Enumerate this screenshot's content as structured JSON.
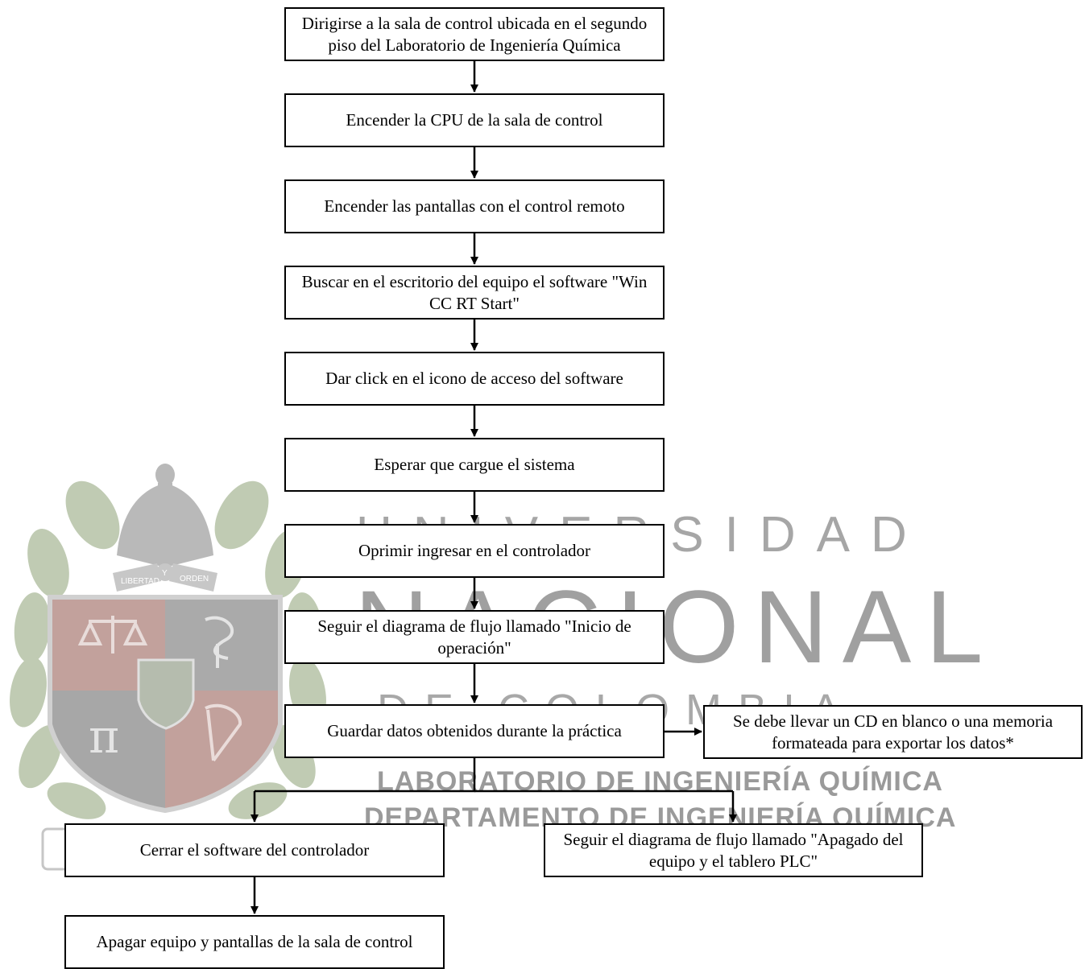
{
  "watermark": {
    "university": "UNIVERSIDAD",
    "national": "NACIONAL",
    "country": "DE COLOMBIA",
    "lab": "LABORATORIO DE INGENIERÍA QUÍMICA",
    "department": "DEPARTAMENTO DE INGENIERÍA QUÍMICA",
    "ribbon_left": "LIBERTAD",
    "ribbon_mid": "Y",
    "ribbon_right": "ORDEN"
  },
  "steps": {
    "s1": "Dirigirse a la sala de control ubicada en el segundo piso del Laboratorio de Ingeniería Química",
    "s2": "Encender la CPU de la sala de control",
    "s3": "Encender las pantallas con el control remoto",
    "s4": "Buscar en el escritorio del equipo el software \"Win CC RT Start\"",
    "s5": "Dar click en el icono de acceso del software",
    "s6": "Esperar que cargue el sistema",
    "s7": "Oprimir ingresar en el controlador",
    "s8": "Seguir el diagrama de flujo  llamado \"Inicio de operación\"",
    "s9": "Guardar datos obtenidos durante la práctica",
    "note": "Se debe llevar un CD en blanco o una memoria formateada para exportar los datos*",
    "s10": "Cerrar el software del controlador",
    "parallel": "Seguir el diagrama de flujo llamado \"Apagado del equipo y el tablero PLC\"",
    "s11": "Apagar equipo y pantallas de la sala de control"
  },
  "colors": {
    "watermark_gray": "#a0a0a0",
    "shield_red": "#b99a96",
    "leaf_green": "#a9b89a",
    "line": "#000000"
  }
}
